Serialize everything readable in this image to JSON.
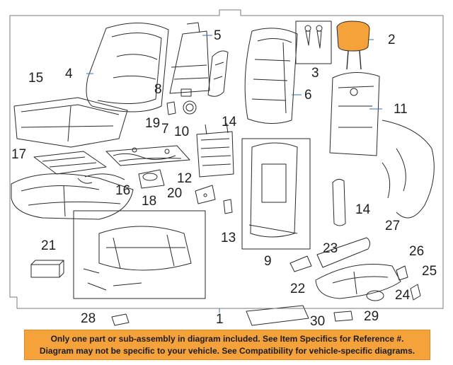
{
  "callouts": {
    "c1": "1",
    "c2": "2",
    "c3": "3",
    "c4": "4",
    "c5": "5",
    "c6": "6",
    "c7": "7",
    "c8": "8",
    "c9": "9",
    "c10": "10",
    "c11": "11",
    "c12": "12",
    "c13": "13",
    "c14a": "14",
    "c14b": "14",
    "c15": "15",
    "c16": "16",
    "c17": "17",
    "c18": "18",
    "c19": "19",
    "c20": "20",
    "c21": "21",
    "c22": "22",
    "c23": "23",
    "c24": "24",
    "c25": "25",
    "c26": "26",
    "c27": "27",
    "c28": "28",
    "c29": "29",
    "c30": "30"
  },
  "notice": {
    "line1": "Only one part or sub-assembly in diagram included. See Item Specifics for Reference #.",
    "line2": "Diagram may not be specific to your vehicle. See Compatibility for vehicle-specific diagrams."
  },
  "colors": {
    "highlight_part": "#f5a23a",
    "banner": "#f5a23a",
    "line": "#2a2a2a",
    "leader": "#3b6fb6"
  }
}
